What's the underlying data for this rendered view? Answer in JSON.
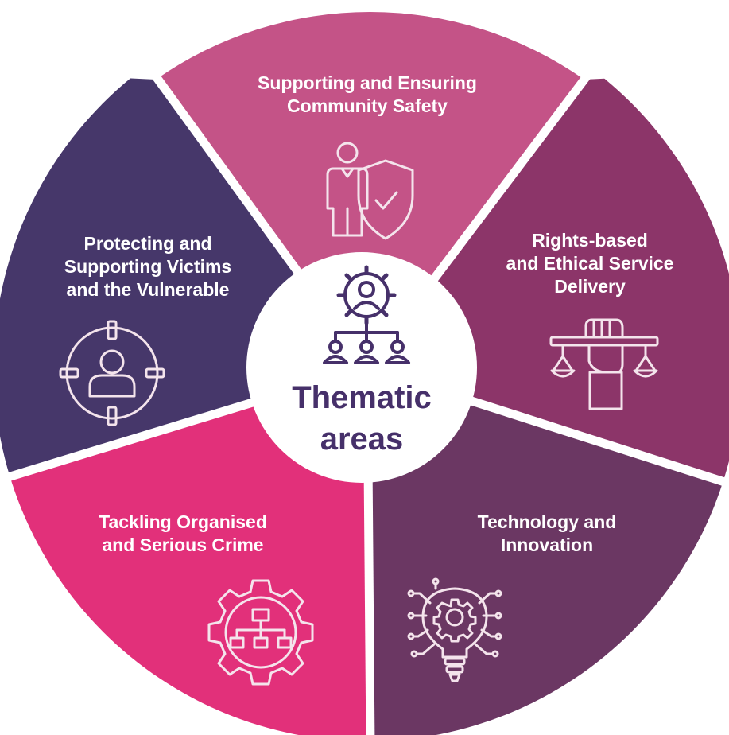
{
  "center": {
    "title_lines": [
      "Thematic",
      "areas"
    ]
  },
  "segments": [
    {
      "id": "community-safety",
      "lines": [
        "Supporting and Ensuring",
        "Community Safety"
      ],
      "color": "#c45387",
      "icon": "person-shield-icon"
    },
    {
      "id": "rights-based",
      "lines": [
        "Rights-based",
        "and Ethical Service",
        "Delivery"
      ],
      "color": "#8c3569",
      "icon": "fist-scales-icon"
    },
    {
      "id": "technology",
      "lines": [
        "Technology and",
        "Innovation"
      ],
      "color": "#6b3763",
      "icon": "lightbulb-gear-icon"
    },
    {
      "id": "organised-crime",
      "lines": [
        "Tackling Organised",
        "and Serious Crime"
      ],
      "color": "#e2307a",
      "icon": "gear-hierarchy-icon"
    },
    {
      "id": "victims",
      "lines": [
        "Protecting and",
        "Supporting Victims",
        "and the Vulnerable"
      ],
      "color": "#46376a",
      "icon": "target-person-icon"
    }
  ],
  "colors": {
    "center_fill": "#ffffff",
    "center_icon": "#46306a",
    "center_text": "#46306a",
    "segment_icon": "#f4e4ec",
    "divider": "#ffffff"
  }
}
